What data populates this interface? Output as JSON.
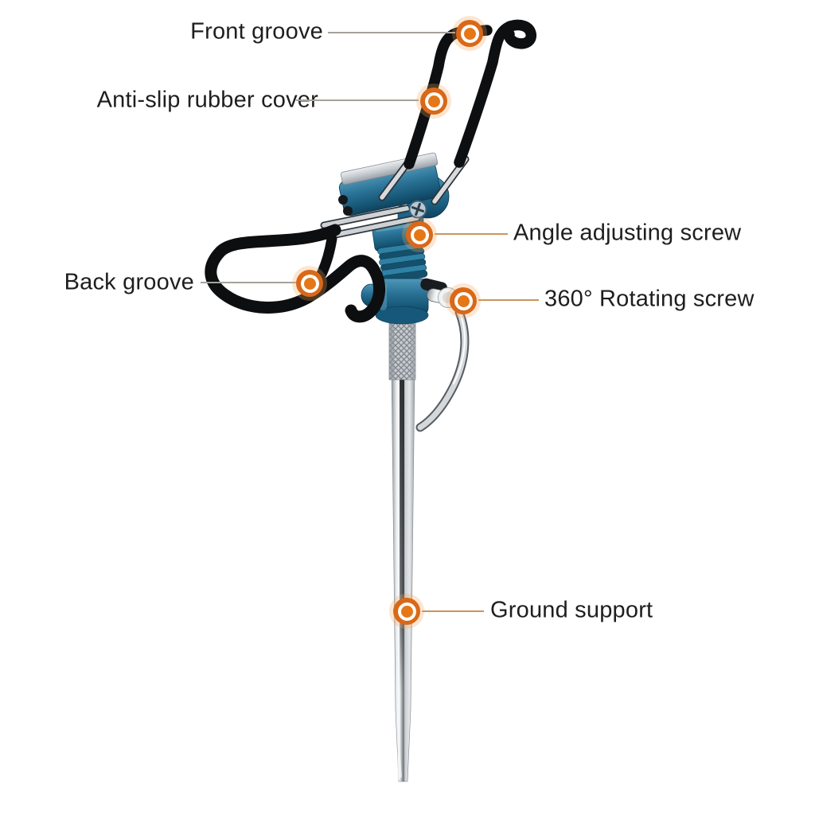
{
  "canvas": {
    "background": "#ffffff"
  },
  "colors": {
    "accent_orange": "#d96818",
    "marker_dot_orange": "#e57717",
    "callout_line_gray": "#a6a29a",
    "callout_line_tan": "#c9945e",
    "label_text": "#1e1e1e",
    "product_blue": "#2a7296",
    "product_blue_dark": "#0f425c",
    "rubber_black": "#0d0f11",
    "steel_light": "#f8fafb",
    "steel_dark": "#2f3337"
  },
  "annotations": [
    {
      "id": "front-groove",
      "label": "Front groove"
    },
    {
      "id": "anti-slip-rubber-cover",
      "label": "Anti-slip rubber cover"
    },
    {
      "id": "angle-adjusting-screw",
      "label": "Angle adjusting screw"
    },
    {
      "id": "back-groove",
      "label": "Back groove"
    },
    {
      "id": "rotating-screw",
      "label": "360° Rotating screw"
    },
    {
      "id": "ground-support",
      "label": "Ground support"
    }
  ]
}
